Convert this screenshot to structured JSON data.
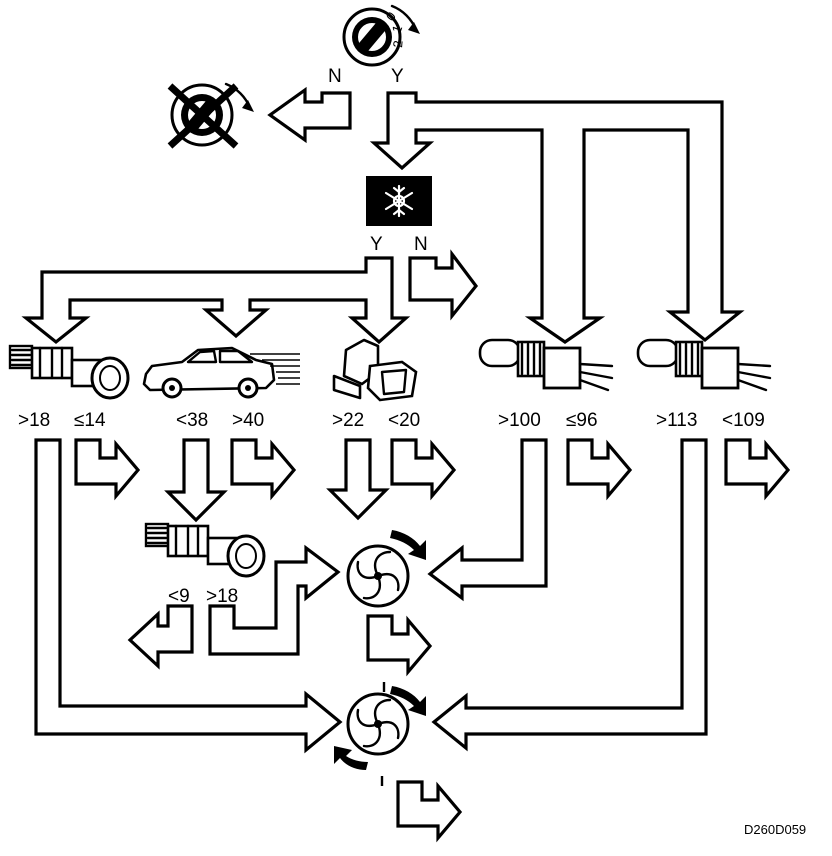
{
  "labels": {
    "ignition_no": "N",
    "ignition_yes": "Y",
    "ac_yes": "Y",
    "ac_no": "N",
    "pressure_high": ">18",
    "pressure_low": "≤14",
    "speed_low": "<38",
    "speed_high": ">40",
    "evap_high": ">22",
    "evap_low": "<20",
    "coolant1_high": ">100",
    "coolant1_low": "≤96",
    "coolant2_high": ">113",
    "coolant2_low": "<109",
    "pressure2_low": "<9",
    "pressure2_high": ">18",
    "figure_code": "D260D059"
  },
  "ignition_key_marks": [
    "0",
    "1",
    "2"
  ],
  "icons": {
    "ignition": "ignition-key-icon",
    "ignition_off": "ignition-off-crossed-icon",
    "ac": "snowflake-ac-icon",
    "pressure_sensor": "pressure-sensor-icon",
    "vehicle": "car-speed-icon",
    "evap_sensor": "evaporator-sensor-icon",
    "coolant_sensor": "coolant-temperature-sensor-icon",
    "fan": "radiator-fan-icon"
  },
  "colors": {
    "ink": "#000000",
    "background": "#ffffff"
  }
}
